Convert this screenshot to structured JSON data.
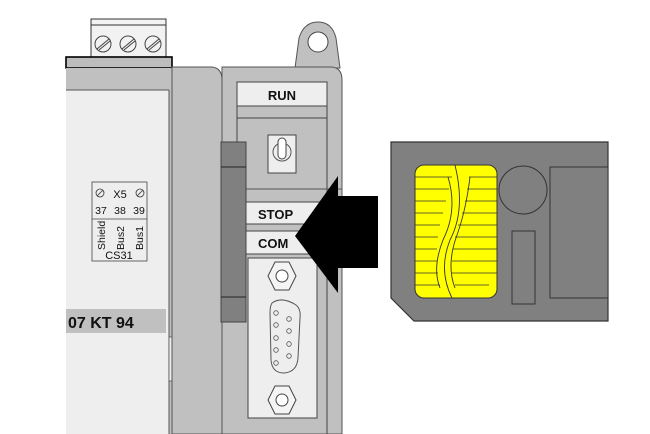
{
  "diagram": {
    "title": "",
    "module": {
      "model_label": "07 KT 94",
      "terminal": {
        "name": "X5",
        "pins": [
          "37",
          "38",
          "39"
        ],
        "signals": [
          "Shield",
          "Bus2",
          "Bus1"
        ],
        "interface": "CS31"
      },
      "switch_labels": {
        "run": "RUN",
        "stop": "STOP",
        "com": "COM"
      }
    },
    "card": {
      "type": "smart-media-card",
      "contact_color": "#ffff00",
      "body_color": "#808080"
    },
    "arrow": {
      "direction": "left",
      "meaning": "insert card into slot"
    },
    "colors": {
      "device_gray": "#c0c0c0",
      "panel_light": "#eeeeee",
      "slot_dark": "#808080",
      "arrow": "#000000"
    }
  }
}
